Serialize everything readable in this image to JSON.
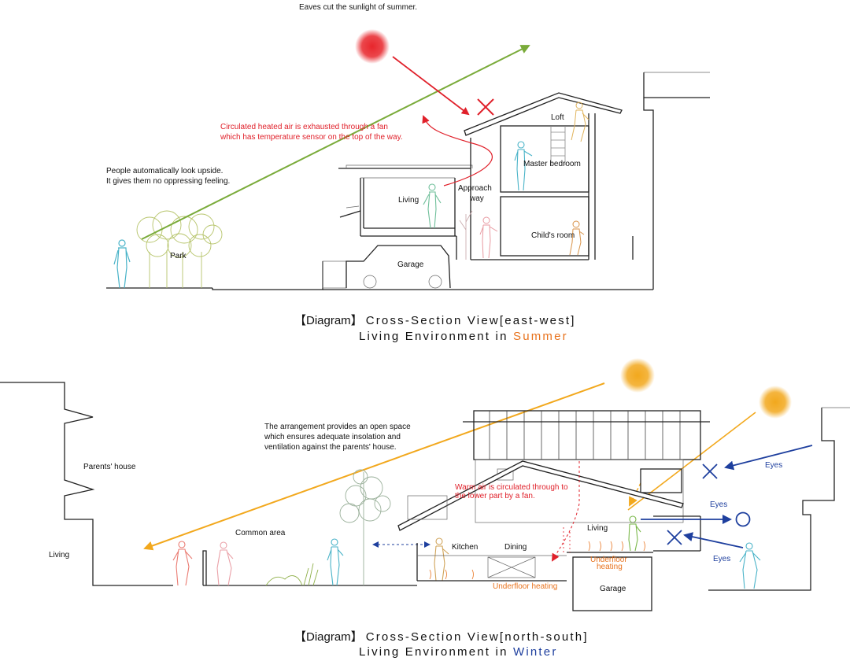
{
  "summer": {
    "note_top": "Eaves cut the sunlight of summer.",
    "heated_air_1": "Circulated heated air is exhausted through a fan",
    "heated_air_2": "which has temperature sensor on the top of the way.",
    "people_1": "People automatically look upside.",
    "people_2": "It gives them no oppressing feeling.",
    "loft": "Loft",
    "master_bedroom": "Master bedroom",
    "living": "Living",
    "approach_1": "Approach",
    "approach_2": "way",
    "childs_room": "Child's room",
    "park": "Park",
    "garage": "Garage",
    "caption_bracket": "【Diagram】",
    "caption_line1": "Cross-Section View[east-west]",
    "caption_line2_prefix": "Living Environment in ",
    "caption_season": "Summer"
  },
  "winter": {
    "arrangement_1": "The arrangement provides an open space",
    "arrangement_2": "which ensures adequate insolation and",
    "arrangement_3": "ventilation against the parents' house.",
    "parents_house": "Parents' house",
    "living_left": "Living",
    "common_area": "Common area",
    "warm_air_1": "Warm air is circulated through to",
    "warm_air_2": "the lower part by a fan.",
    "eyes_top": "Eyes",
    "eyes_mid": "Eyes",
    "eyes_bottom": "Eyes",
    "living": "Living",
    "kitchen": "Kitchen",
    "dining": "Dining",
    "underfloor_1": "Underfloor",
    "underfloor_2": "heating",
    "underfloor_heating": "Underfloor heating",
    "garage": "Garage",
    "caption_bracket": "【Diagram】",
    "caption_line1": "Cross-Section View[north-south]",
    "caption_line2_prefix": "Living Environment in ",
    "caption_season": "Winter"
  },
  "colors": {
    "summer_sun": "#e8262c",
    "winter_sun": "#f2a81d",
    "summer_ray": "#7aab3a",
    "heat_red": "#e0202a",
    "eyes_blue": "#1e3f9e",
    "summer_accent": "#e8731e",
    "winter_accent": "#1e3f9e"
  }
}
